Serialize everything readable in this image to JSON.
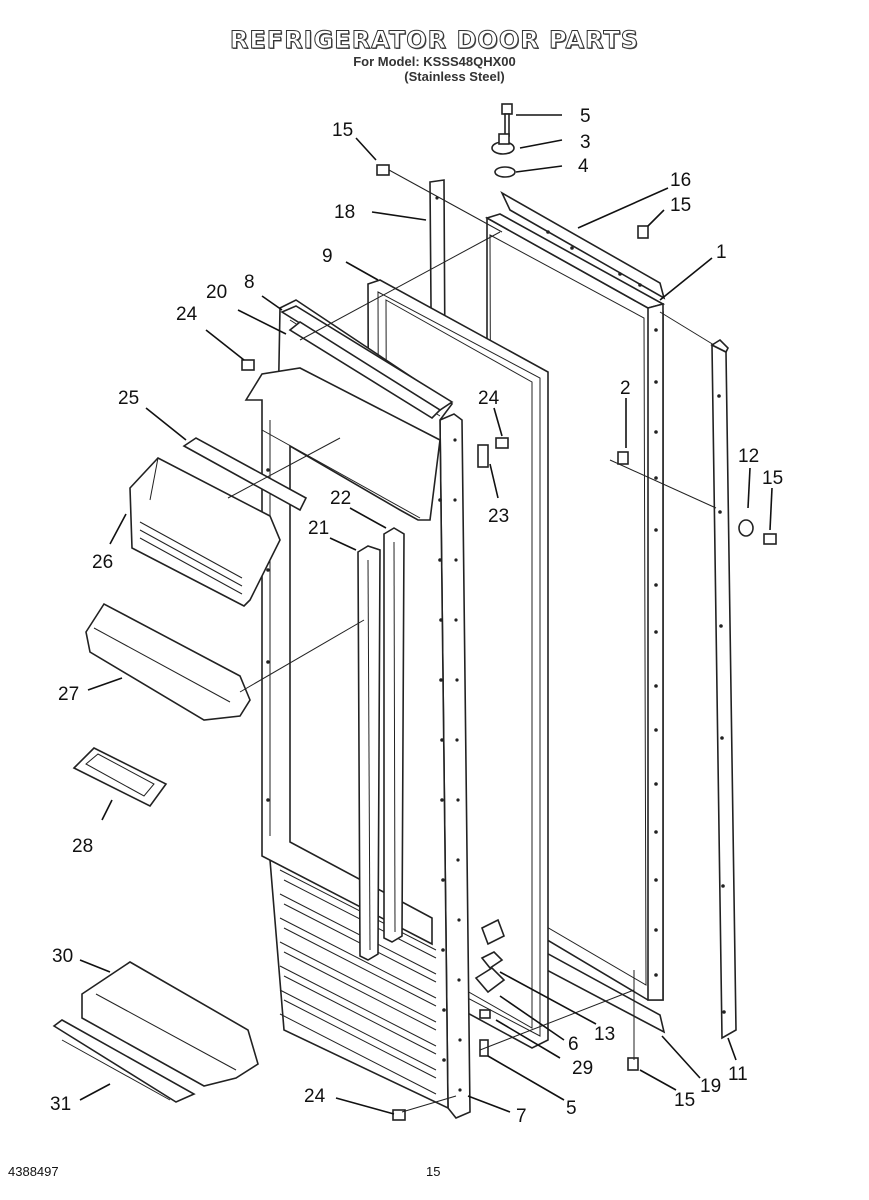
{
  "header": {
    "title": "REFRIGERATOR DOOR PARTS",
    "model_line": "For Model: KSSS48QHX00",
    "finish_line": "(Stainless Steel)"
  },
  "callouts": [
    {
      "id": "c5a",
      "label": "5"
    },
    {
      "id": "c3",
      "label": "3"
    },
    {
      "id": "c4",
      "label": "4"
    },
    {
      "id": "c15a",
      "label": "15"
    },
    {
      "id": "c16",
      "label": "16"
    },
    {
      "id": "c15b",
      "label": "15"
    },
    {
      "id": "c18",
      "label": "18"
    },
    {
      "id": "c9",
      "label": "9"
    },
    {
      "id": "c1",
      "label": "1"
    },
    {
      "id": "c8",
      "label": "8"
    },
    {
      "id": "c20",
      "label": "20"
    },
    {
      "id": "c24a",
      "label": "24"
    },
    {
      "id": "c2",
      "label": "2"
    },
    {
      "id": "c25",
      "label": "25"
    },
    {
      "id": "c24b",
      "label": "24"
    },
    {
      "id": "c12",
      "label": "12"
    },
    {
      "id": "c15c",
      "label": "15"
    },
    {
      "id": "c23",
      "label": "23"
    },
    {
      "id": "c22",
      "label": "22"
    },
    {
      "id": "c21",
      "label": "21"
    },
    {
      "id": "c26",
      "label": "26"
    },
    {
      "id": "c27",
      "label": "27"
    },
    {
      "id": "c28",
      "label": "28"
    },
    {
      "id": "c30",
      "label": "30"
    },
    {
      "id": "c13",
      "label": "13"
    },
    {
      "id": "c6",
      "label": "6"
    },
    {
      "id": "c29",
      "label": "29"
    },
    {
      "id": "c31",
      "label": "31"
    },
    {
      "id": "c24c",
      "label": "24"
    },
    {
      "id": "c7",
      "label": "7"
    },
    {
      "id": "c5b",
      "label": "5"
    },
    {
      "id": "c15d",
      "label": "15"
    },
    {
      "id": "c19",
      "label": "19"
    },
    {
      "id": "c11",
      "label": "11"
    }
  ],
  "footer": {
    "doc_number": "4388497",
    "page_number": "15"
  }
}
